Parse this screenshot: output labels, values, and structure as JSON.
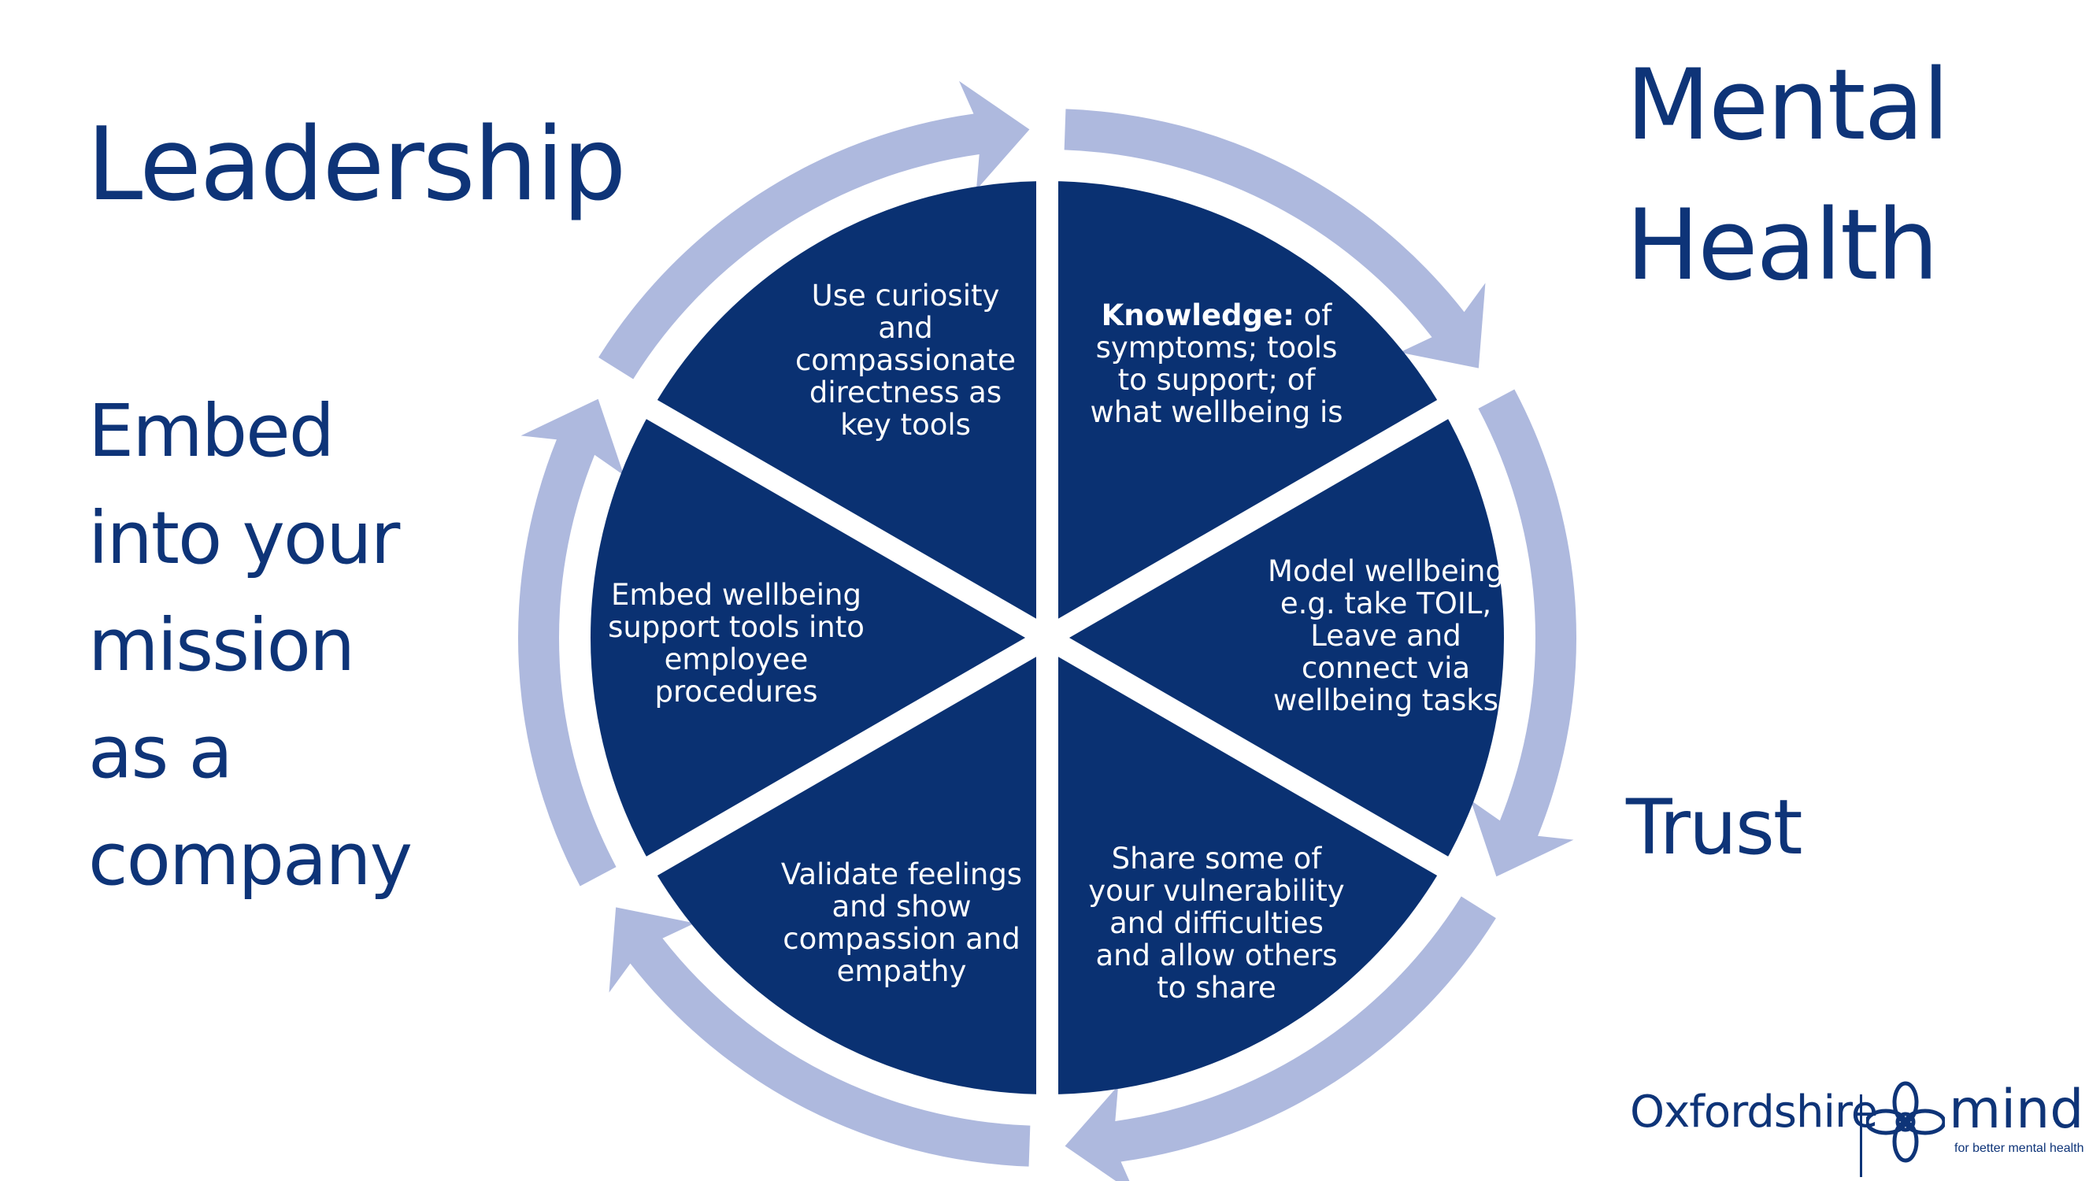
{
  "colors": {
    "segment_fill": "#0a3172",
    "arrow_fill": "#aeb9de",
    "text_dark": "#0e3478",
    "text_light": "#ffffff",
    "background": "#ffffff"
  },
  "headings": {
    "leadership": "Leadership",
    "mental_health": [
      "Mental",
      "Health"
    ],
    "embed": [
      "Embed",
      "into your",
      "mission",
      "as a",
      "company"
    ],
    "trust": "Trust"
  },
  "segments": [
    {
      "id": "top-left",
      "lines": [
        "Use curiosity",
        "and",
        "compassionate",
        "directness as",
        "key tools"
      ]
    },
    {
      "id": "top-right",
      "bold": "Knowledge:",
      "lines": [
        " of",
        "symptoms; tools",
        "to support; of",
        "what wellbeing is"
      ]
    },
    {
      "id": "right",
      "lines": [
        "Model wellbeing",
        "e.g. take TOIL,",
        "Leave and",
        "connect via",
        "wellbeing tasks"
      ]
    },
    {
      "id": "bottom-right",
      "lines": [
        "Share some of",
        "your vulnerability",
        "and difficulties",
        "and allow others",
        "to share"
      ]
    },
    {
      "id": "bottom-left",
      "lines": [
        "Validate feelings",
        "and show",
        "compassion and",
        "empathy"
      ]
    },
    {
      "id": "left",
      "lines": [
        "Embed wellbeing",
        "support tools into",
        "employee",
        "procedures"
      ]
    }
  ],
  "logo": {
    "organisation": "Oxfordshire",
    "wordmark": "mind",
    "tagline": "for better mental health",
    "icon": "mind-flower-icon"
  }
}
